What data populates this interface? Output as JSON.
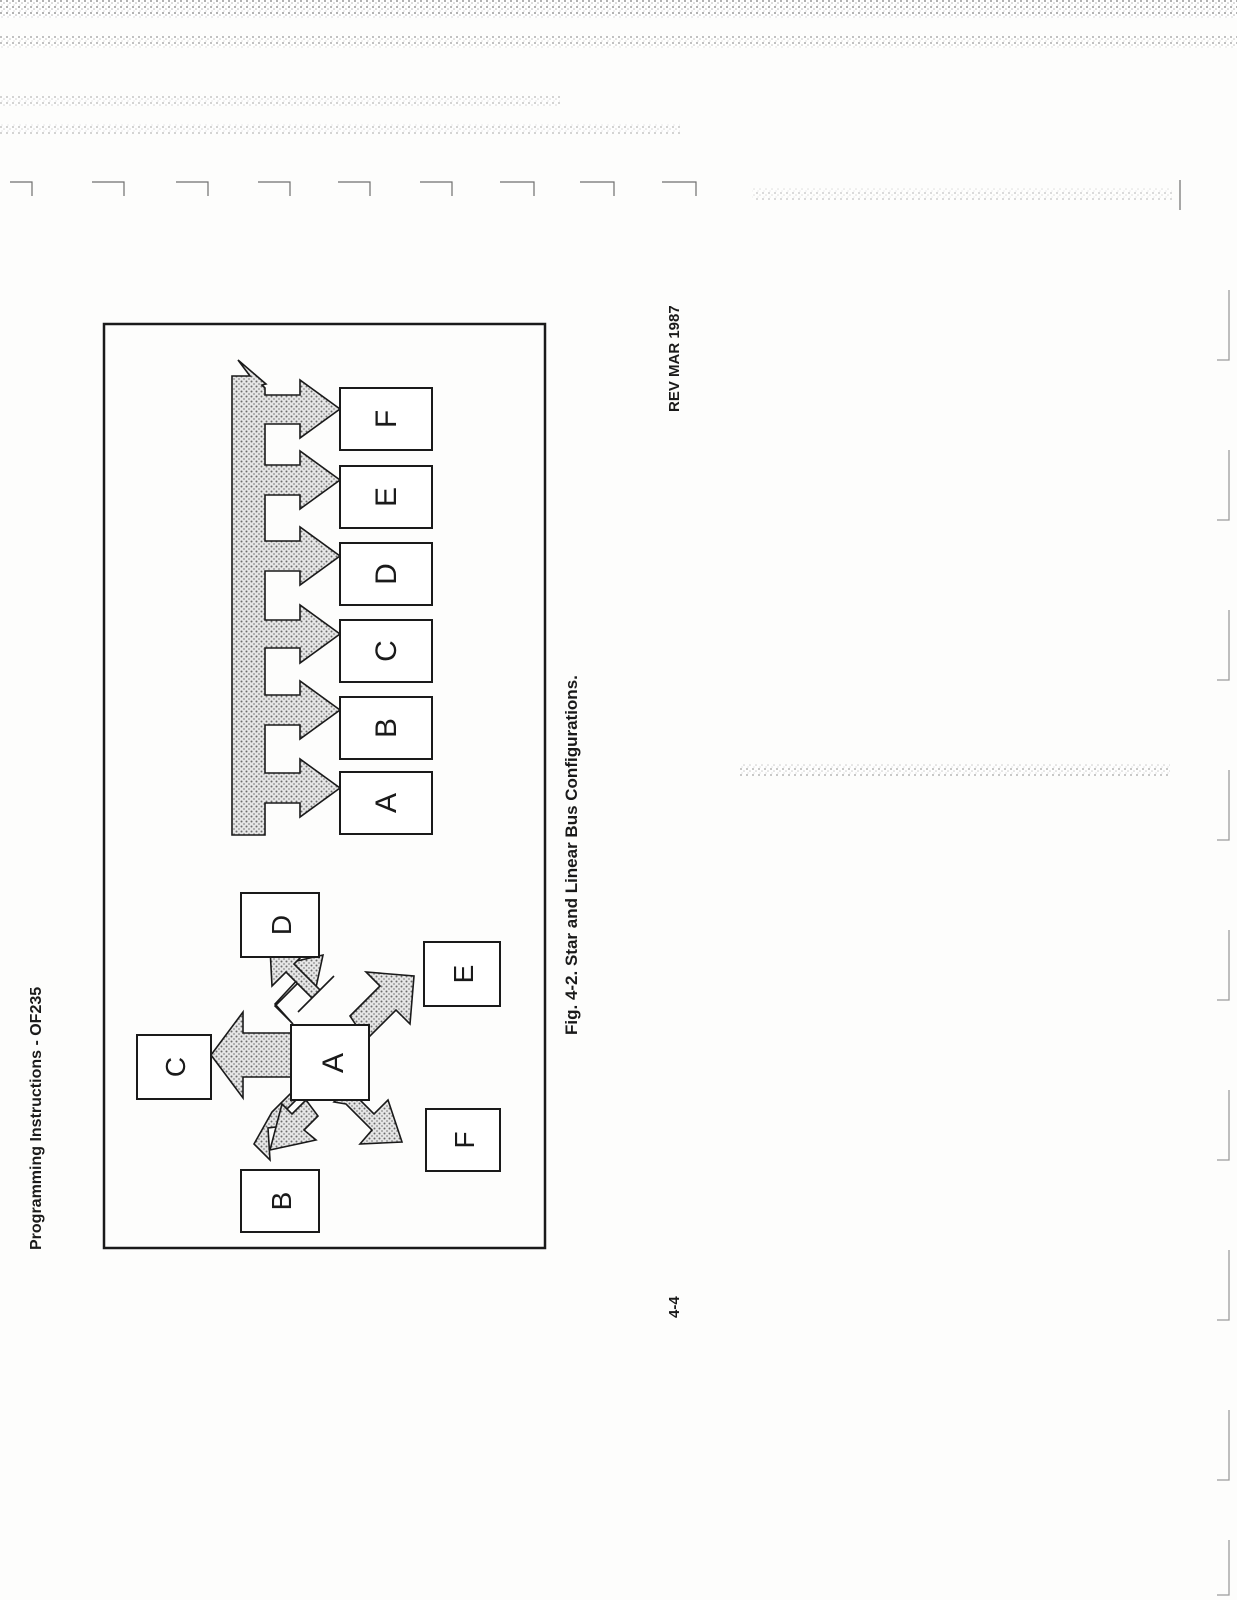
{
  "document": {
    "header": "Programming Instructions - OF235",
    "figure_caption": "Fig. 4-2.  Star and Linear Bus Configurations.",
    "revision": "REV MAR 1987",
    "page_number": "4-4"
  },
  "star": {
    "center": "A",
    "nodes": [
      "B",
      "C",
      "D",
      "E",
      "F"
    ]
  },
  "bus": {
    "nodes": [
      "A",
      "B",
      "C",
      "D",
      "E",
      "F"
    ]
  },
  "colors": {
    "ink": "#1a1a1a",
    "stipple": "#c9c9c9"
  }
}
